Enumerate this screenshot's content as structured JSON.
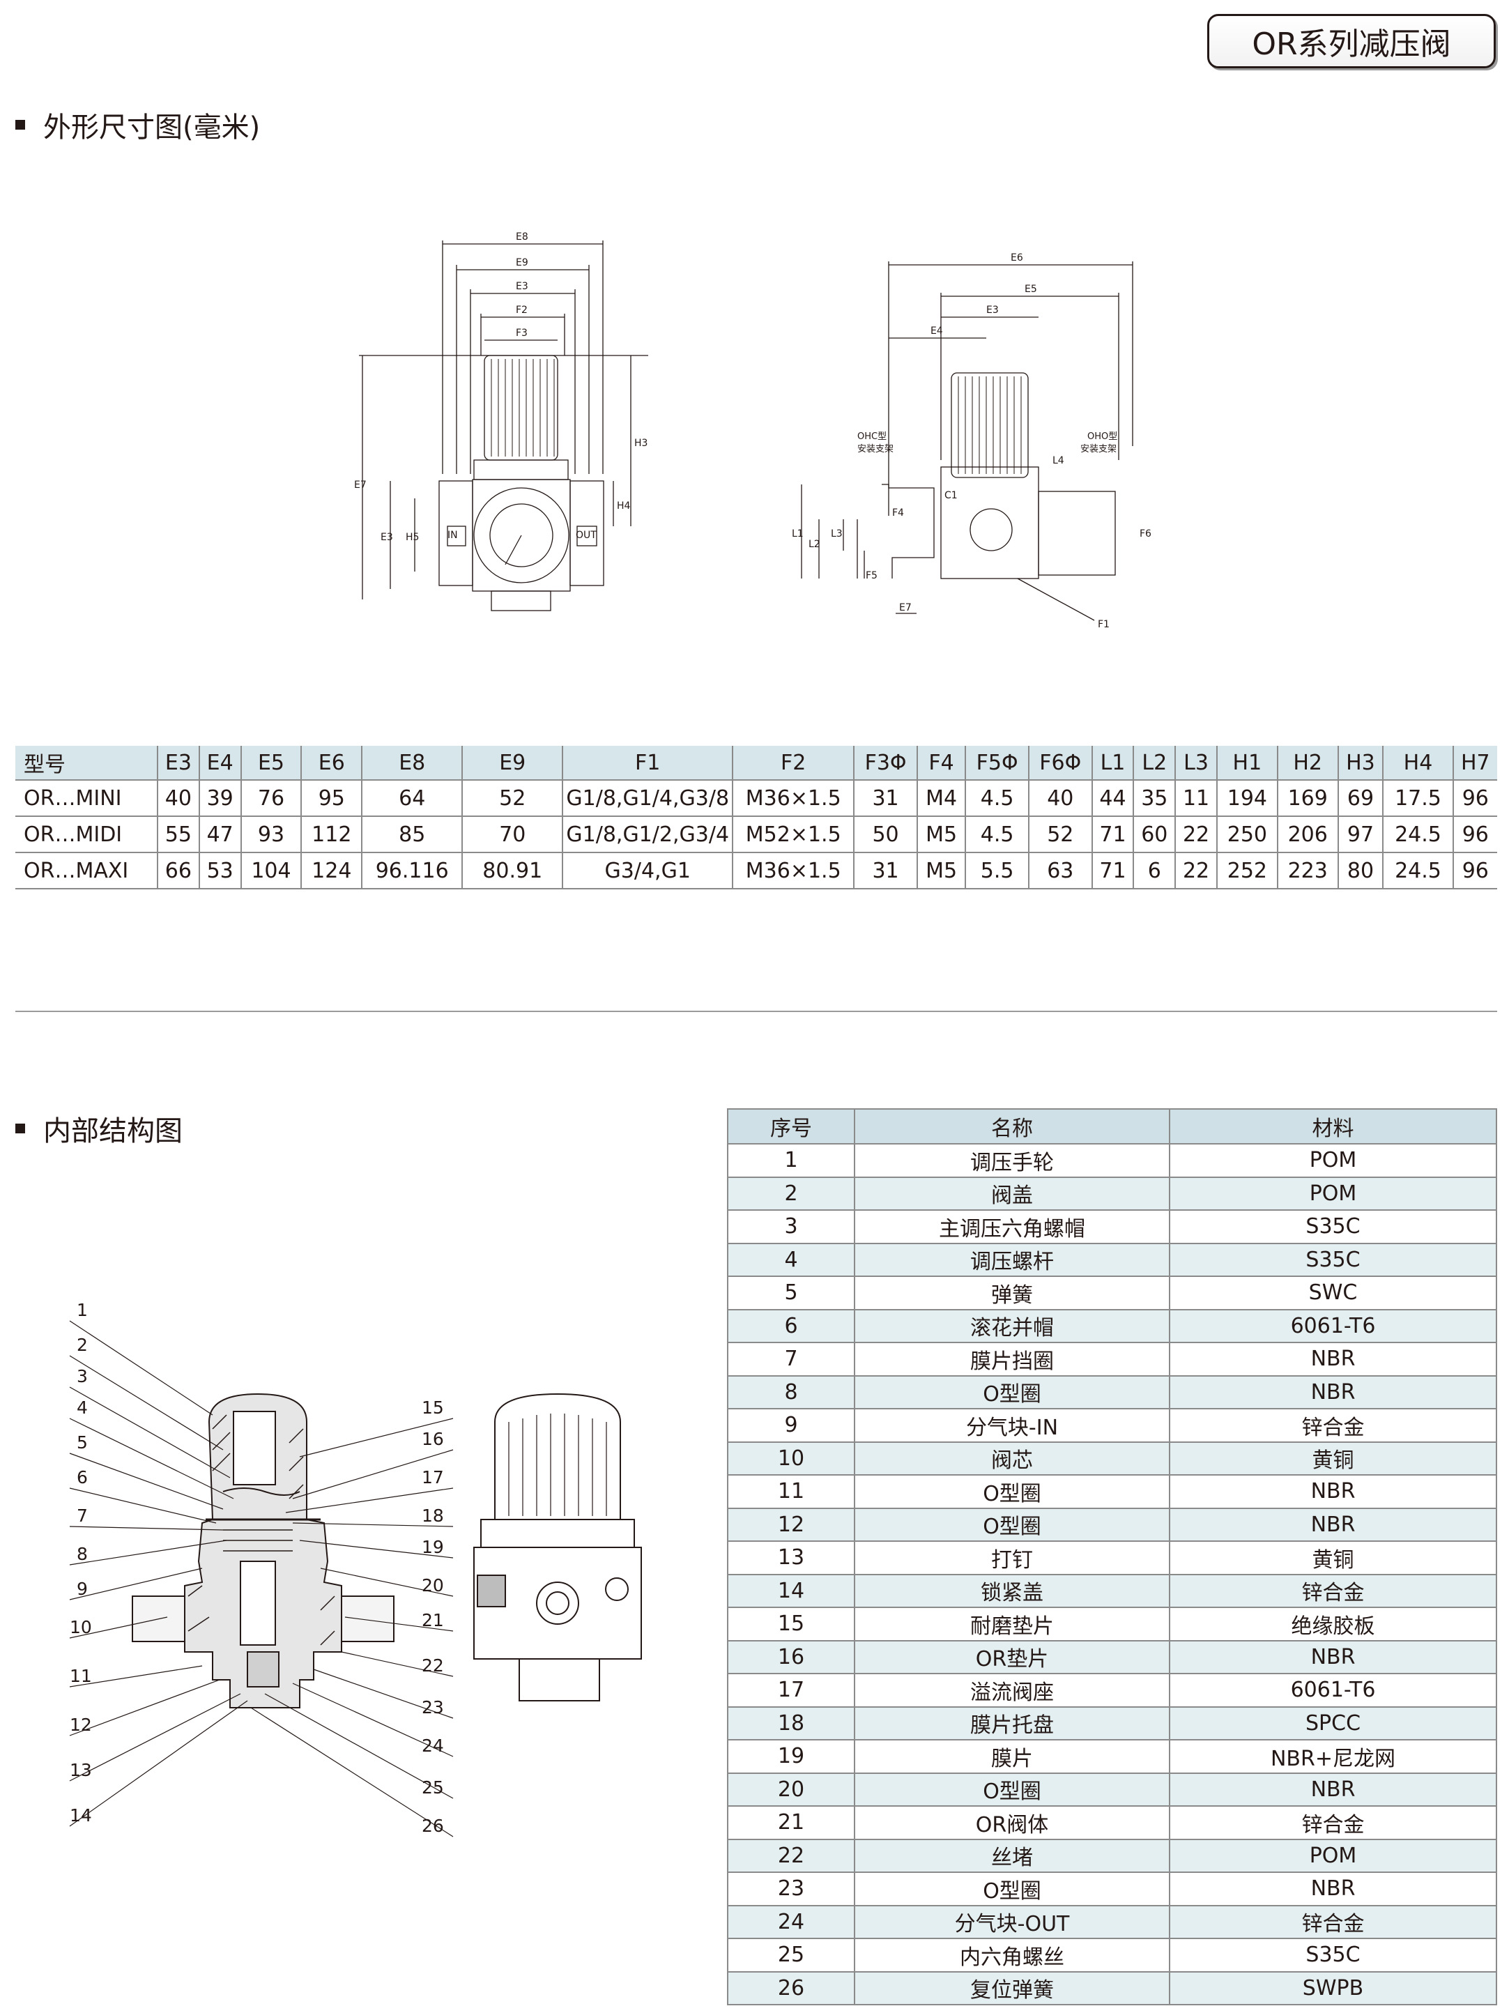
{
  "header": {
    "badge": "OR系列减压阀"
  },
  "sections": {
    "dimensions_title": "外形尺寸图(毫米)",
    "structure_title": "内部结构图"
  },
  "drawing_front": {
    "top_dims": [
      "E8",
      "E9",
      "E3",
      "F2",
      "F3"
    ],
    "side_dims": [
      "E7",
      "E3",
      "H5",
      "H3",
      "H4"
    ],
    "port_in": "IN",
    "port_out": "OUT"
  },
  "drawing_side": {
    "top_dims": [
      "E6",
      "E5",
      "E3",
      "E4"
    ],
    "left_dims": [
      "L1",
      "L2",
      "L3",
      "F4",
      "F5",
      "E7",
      "C1",
      "L4",
      "F6",
      "F1"
    ],
    "ohc_label": [
      "OHC型",
      "安装支架"
    ],
    "oho_label": [
      "OHO型",
      "安装支架"
    ]
  },
  "spec_table": {
    "headers": [
      "型号",
      "E3",
      "E4",
      "E5",
      "E6",
      "E8",
      "E9",
      "F1",
      "F2",
      "F3Φ",
      "F4",
      "F5Φ",
      "F6Φ",
      "L1",
      "L2",
      "L3",
      "H1",
      "H2",
      "H3",
      "H4",
      "H7"
    ],
    "rows": [
      [
        "OR…MINI",
        "40",
        "39",
        "76",
        "95",
        "64",
        "52",
        "G1/8,G1/4,G3/8",
        "M36×1.5",
        "31",
        "M4",
        "4.5",
        "40",
        "44",
        "35",
        "11",
        "194",
        "169",
        "69",
        "17.5",
        "96"
      ],
      [
        "OR…MIDI",
        "55",
        "47",
        "93",
        "112",
        "85",
        "70",
        "G1/8,G1/2,G3/4",
        "M52×1.5",
        "50",
        "M5",
        "4.5",
        "52",
        "71",
        "60",
        "22",
        "250",
        "206",
        "97",
        "24.5",
        "96"
      ],
      [
        "OR…MAXI",
        "66",
        "53",
        "104",
        "124",
        "96.116",
        "80.91",
        "G3/4,G1",
        "M36×1.5",
        "31",
        "M5",
        "5.5",
        "63",
        "71",
        "6",
        "22",
        "252",
        "223",
        "80",
        "24.5",
        "96"
      ]
    ]
  },
  "callouts_left": [
    "1",
    "2",
    "3",
    "4",
    "5",
    "6",
    "7",
    "8",
    "9",
    "10",
    "11",
    "12",
    "13",
    "14"
  ],
  "callouts_right": [
    "15",
    "16",
    "17",
    "18",
    "19",
    "20",
    "21",
    "22",
    "23",
    "24",
    "25",
    "26"
  ],
  "parts_table": {
    "headers": [
      "序号",
      "名称",
      "材料"
    ],
    "rows": [
      [
        "1",
        "调压手轮",
        "POM"
      ],
      [
        "2",
        "阀盖",
        "POM"
      ],
      [
        "3",
        "主调压六角螺帽",
        "S35C"
      ],
      [
        "4",
        "调压螺杆",
        "S35C"
      ],
      [
        "5",
        "弹簧",
        "SWC"
      ],
      [
        "6",
        "滚花并帽",
        "6061-T6"
      ],
      [
        "7",
        "膜片挡圈",
        "NBR"
      ],
      [
        "8",
        "O型圈",
        "NBR"
      ],
      [
        "9",
        "分气块-IN",
        "锌合金"
      ],
      [
        "10",
        "阀芯",
        "黄铜"
      ],
      [
        "11",
        "O型圈",
        "NBR"
      ],
      [
        "12",
        "O型圈",
        "NBR"
      ],
      [
        "13",
        "打钉",
        "黄铜"
      ],
      [
        "14",
        "锁紧盖",
        "锌合金"
      ],
      [
        "15",
        "耐磨垫片",
        "绝缘胶板"
      ],
      [
        "16",
        "OR垫片",
        "NBR"
      ],
      [
        "17",
        "溢流阀座",
        "6061-T6"
      ],
      [
        "18",
        "膜片托盘",
        "SPCC"
      ],
      [
        "19",
        "膜片",
        "NBR+尼龙网"
      ],
      [
        "20",
        "O型圈",
        "NBR"
      ],
      [
        "21",
        "OR阀体",
        "锌合金"
      ],
      [
        "22",
        "丝堵",
        "POM"
      ],
      [
        "23",
        "O型圈",
        "NBR"
      ],
      [
        "24",
        "分气块-OUT",
        "锌合金"
      ],
      [
        "25",
        "内六角螺丝",
        "S35C"
      ],
      [
        "26",
        "复位弹簧",
        "SWPB"
      ]
    ]
  }
}
